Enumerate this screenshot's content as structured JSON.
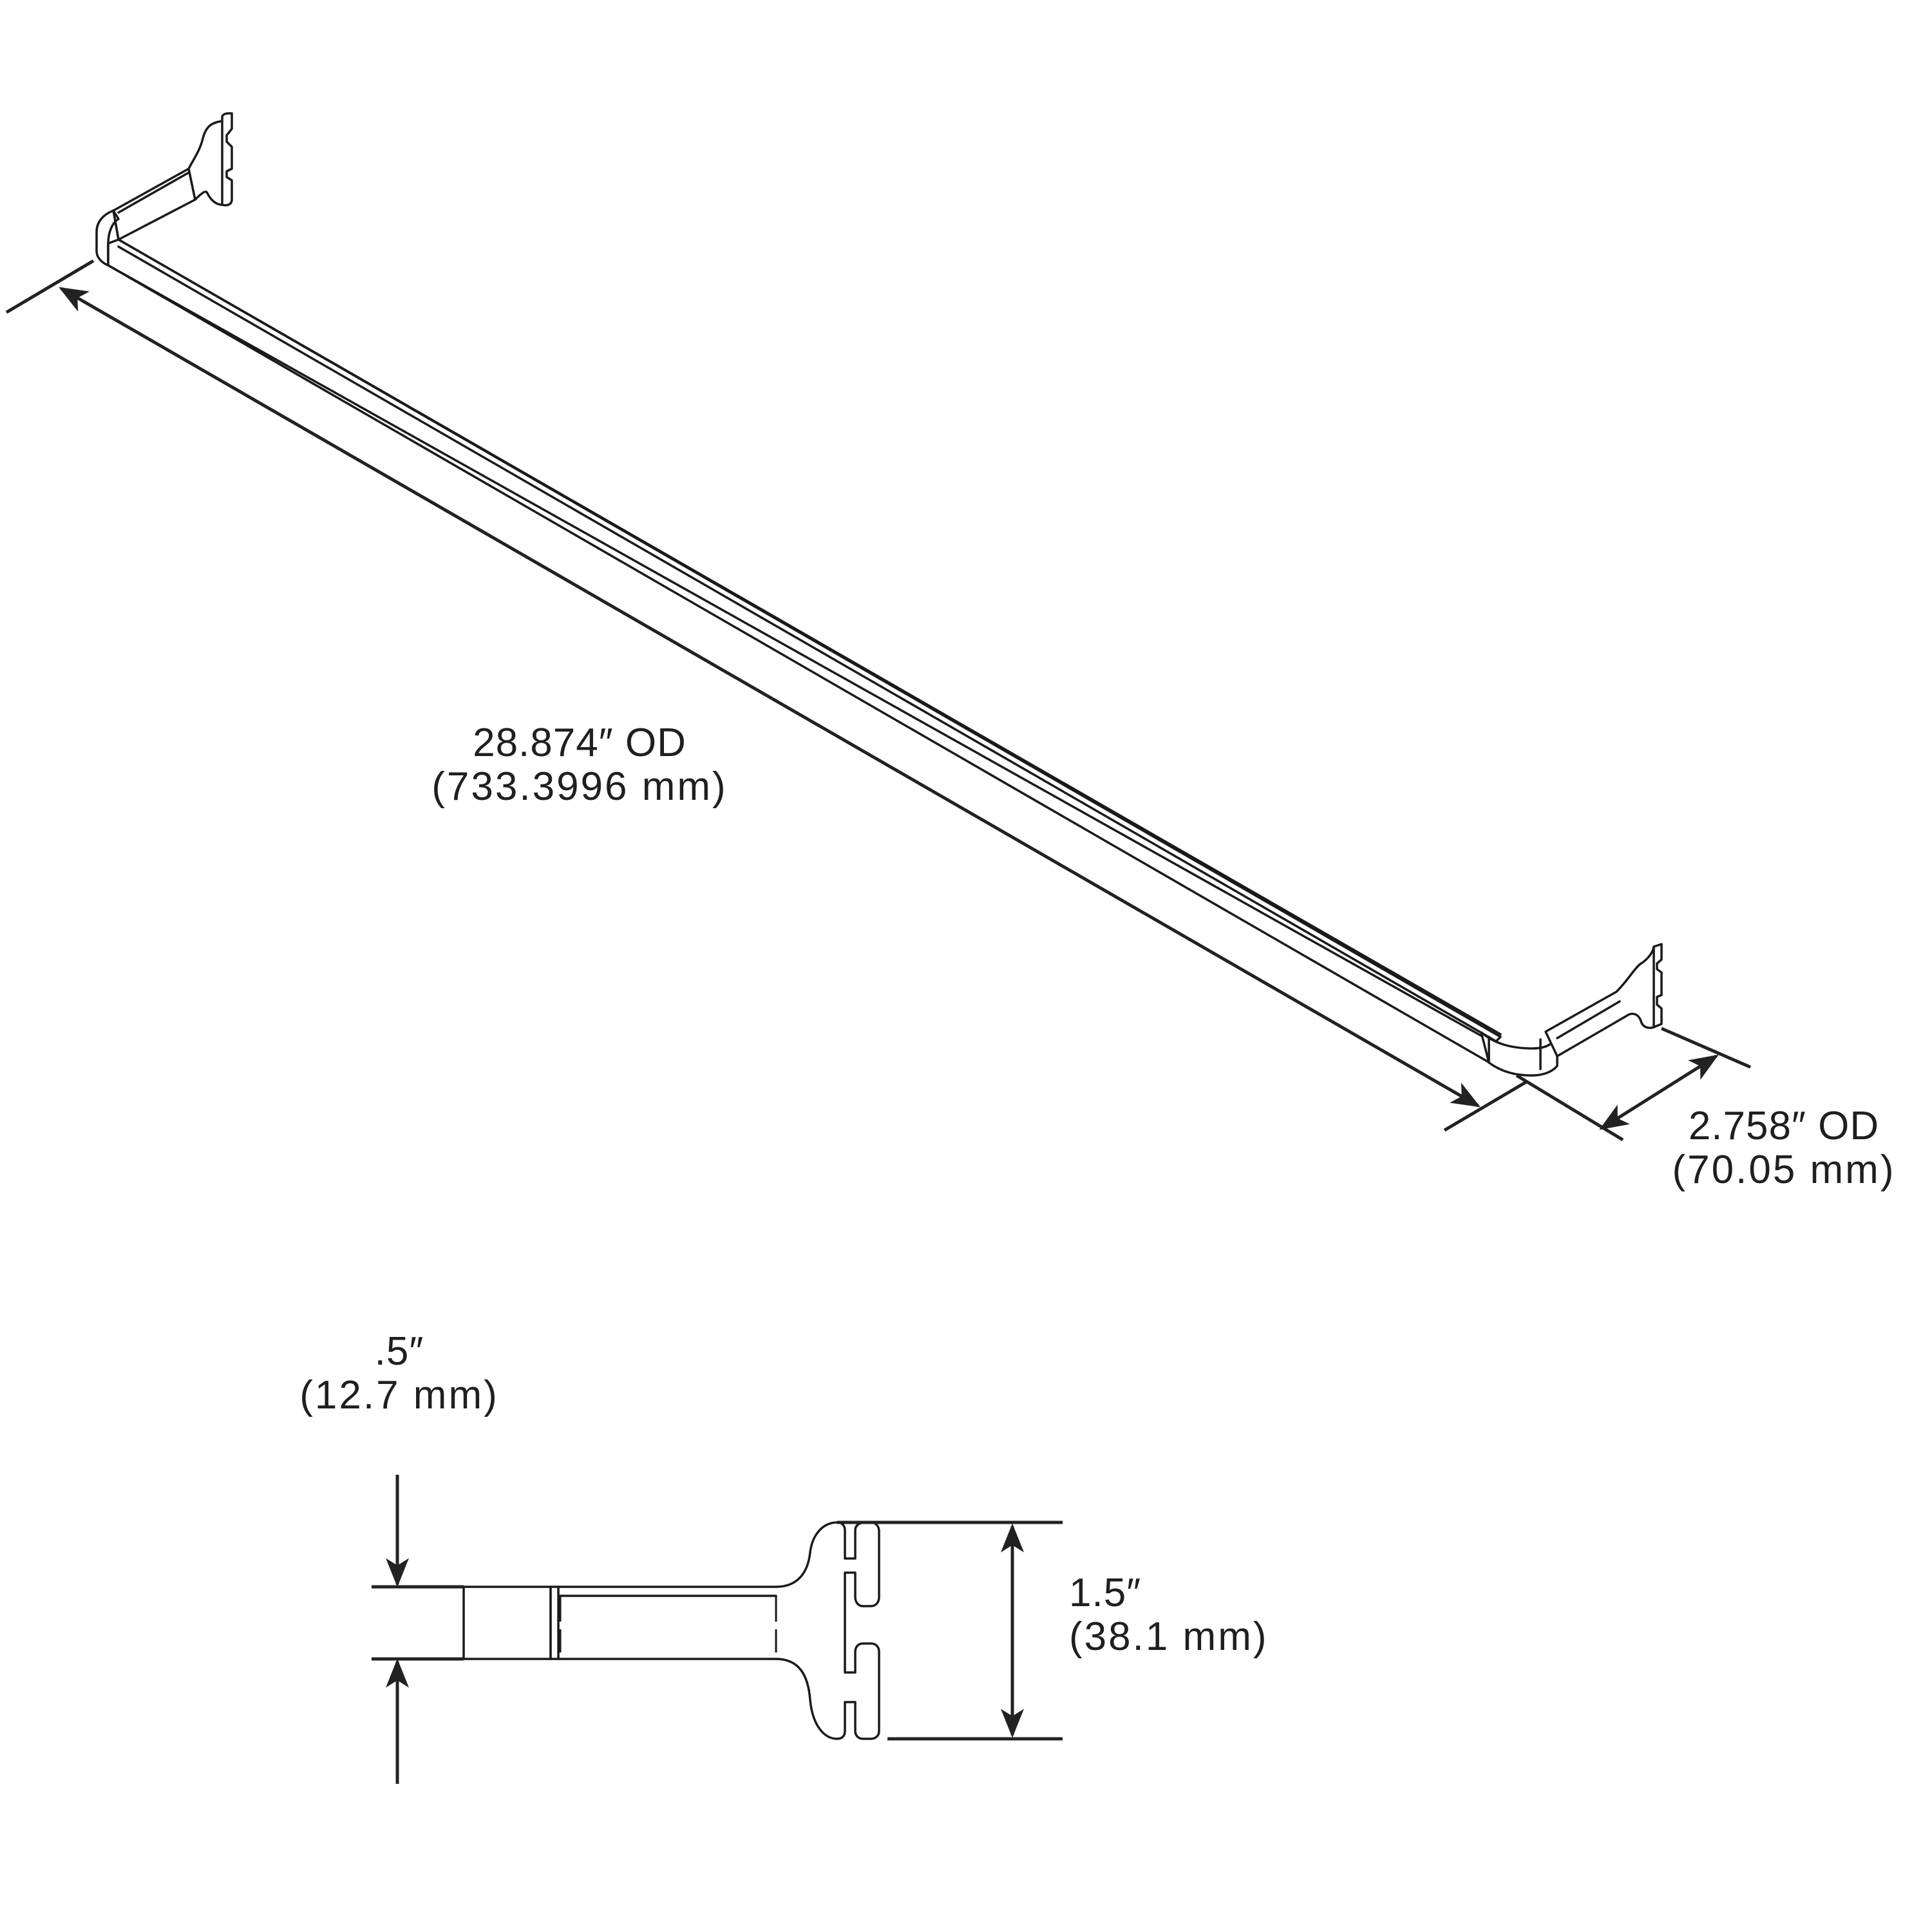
{
  "drawing": {
    "title": "Hangrail with brackets dimension drawing",
    "line_color": "#1a1a1a",
    "background": "#ffffff"
  },
  "dimensions": {
    "length": {
      "imperial": "28.874″ OD",
      "metric": "(733.3996 mm)"
    },
    "depth": {
      "imperial": "2.758″ OD",
      "metric": "(70.05 mm)"
    },
    "rail_height": {
      "imperial": ".5″",
      "metric": "(12.7 mm)"
    },
    "bracket_height": {
      "imperial": "1.5″",
      "metric": "(38.1 mm)"
    }
  },
  "views": [
    {
      "name": "isometric-view",
      "description": "Rail with two slotted wall brackets"
    },
    {
      "name": "side-view",
      "description": "End profile of rail and bracket"
    }
  ]
}
